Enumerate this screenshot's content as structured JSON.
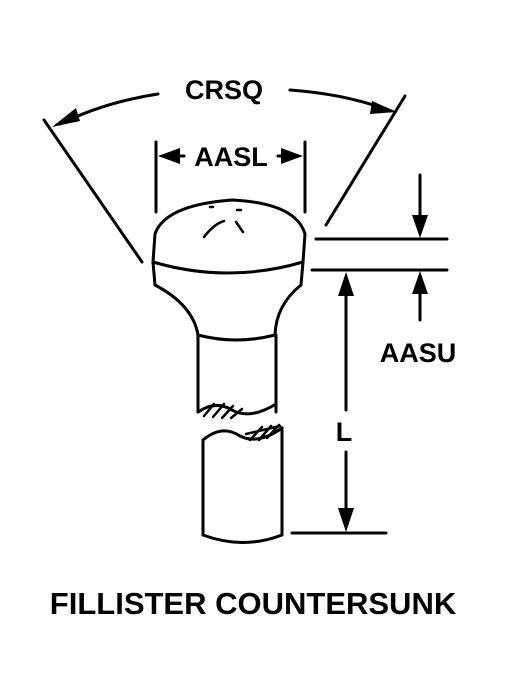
{
  "labels": {
    "crsq": "CRSQ",
    "aasl": "AASL",
    "aasu": "AASU",
    "length": "L"
  },
  "caption": "FILLISTER COUNTERSUNK",
  "colors": {
    "ink": "#000000",
    "background": "#ffffff"
  }
}
